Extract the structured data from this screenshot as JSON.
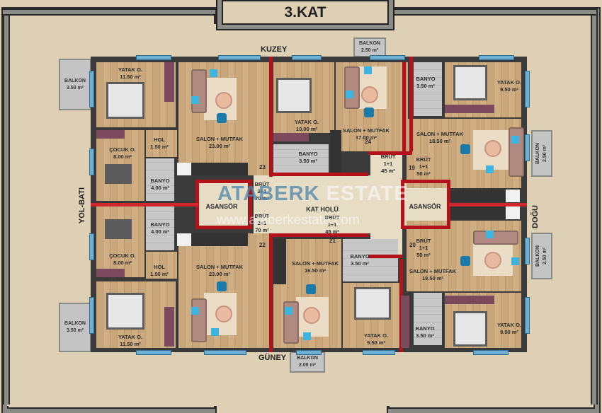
{
  "floor_title": "3.KAT",
  "directions": {
    "north": "KUZEY",
    "south": "GÜNEY",
    "east": "DOĞU",
    "west": "YOL-BATI"
  },
  "core": {
    "elevator_left": "ASANSÖR",
    "elevator_right": "ASANSÖR",
    "hall": "KAT HOLÜ"
  },
  "apartments": [
    {
      "no": "23",
      "brut_label": "BRÜT",
      "type": "2+1",
      "area": "70 m²"
    },
    {
      "no": "24",
      "brut_label": "BRÜT",
      "type": "1+1",
      "area": "45 m²"
    },
    {
      "no": "19",
      "brut_label": "BRÜT",
      "type": "1+1",
      "area": "50 m²"
    },
    {
      "no": "22",
      "brut_label": "BRÜT",
      "type": "2+1",
      "area": "70 m²"
    },
    {
      "no": "21",
      "brut_label": "BRÜT",
      "type": "1+1",
      "area": "45 m²"
    },
    {
      "no": "20",
      "brut_label": "BRÜT",
      "type": "1+1",
      "area": "50 m²"
    }
  ],
  "rooms": {
    "a23_yatak": {
      "name": "YATAK O.",
      "area": "11.50 m²"
    },
    "a23_salon": {
      "name": "SALON + MUTFAK",
      "area": "23.00 m²"
    },
    "a23_hol": {
      "name": "HOL",
      "area": "1.50 m²"
    },
    "a23_cocuk": {
      "name": "ÇOCUK O.",
      "area": "8.00 m²"
    },
    "a23_banyo": {
      "name": "BANYO",
      "area": "4.00 m²"
    },
    "a23_balkon": {
      "name": "BALKON",
      "area": "3.50 m²"
    },
    "a24_yatak": {
      "name": "YATAK O.",
      "area": "10.00 m²"
    },
    "a24_salon": {
      "name": "SALON + MUTFAK",
      "area": "17.00 m²"
    },
    "a24_banyo": {
      "name": "BANYO",
      "area": "3.50 m²"
    },
    "a24_balkon": {
      "name": "BALKON",
      "area": "2.50 m²"
    },
    "a19_banyo": {
      "name": "BANYO",
      "area": "3.50 m²"
    },
    "a19_yatak": {
      "name": "YATAK O.",
      "area": "9.50 m²"
    },
    "a19_salon": {
      "name": "SALON + MUTFAK",
      "area": "18.50 m²"
    },
    "a19_balkon": {
      "name": "BALKON",
      "area": "2.50 m²"
    },
    "a22_cocuk": {
      "name": "ÇOCUK O.",
      "area": "8.00 m²"
    },
    "a22_banyo": {
      "name": "BANYO",
      "area": "4.00 m²"
    },
    "a22_hol": {
      "name": "HOL",
      "area": "1.50 m²"
    },
    "a22_salon": {
      "name": "SALON + MUTFAK",
      "area": "23.00 m²"
    },
    "a22_yatak": {
      "name": "YATAK O.",
      "area": "11.50 m²"
    },
    "a22_balkon": {
      "name": "BALKON",
      "area": "3.50 m²"
    },
    "a21_salon": {
      "name": "SALON + MUTFAK",
      "area": "16.50 m²"
    },
    "a21_banyo": {
      "name": "BANYO",
      "area": "3.50 m²"
    },
    "a21_yatak": {
      "name": "YATAK O.",
      "area": "9.50 m²"
    },
    "a21_balkon": {
      "name": "BALKON",
      "area": "2.00 m²"
    },
    "a20_salon": {
      "name": "SALON + MUTFAK",
      "area": "19.50 m²"
    },
    "a20_banyo": {
      "name": "BANYO",
      "area": "3.50 m²"
    },
    "a20_yatak": {
      "name": "YATAK O.",
      "area": "9.50 m²"
    },
    "a20_balkon": {
      "name": "BALKON",
      "area": "2.50 m²"
    }
  },
  "watermark": {
    "brand_a": "ATABERK",
    "brand_b": "ESTATE",
    "url": "www.ataberkestate.com"
  },
  "colors": {
    "background": "#ddd0b4",
    "boundary_red": "#b3121b",
    "wall": "#3a3a3a",
    "window": "#6fb0d2"
  }
}
